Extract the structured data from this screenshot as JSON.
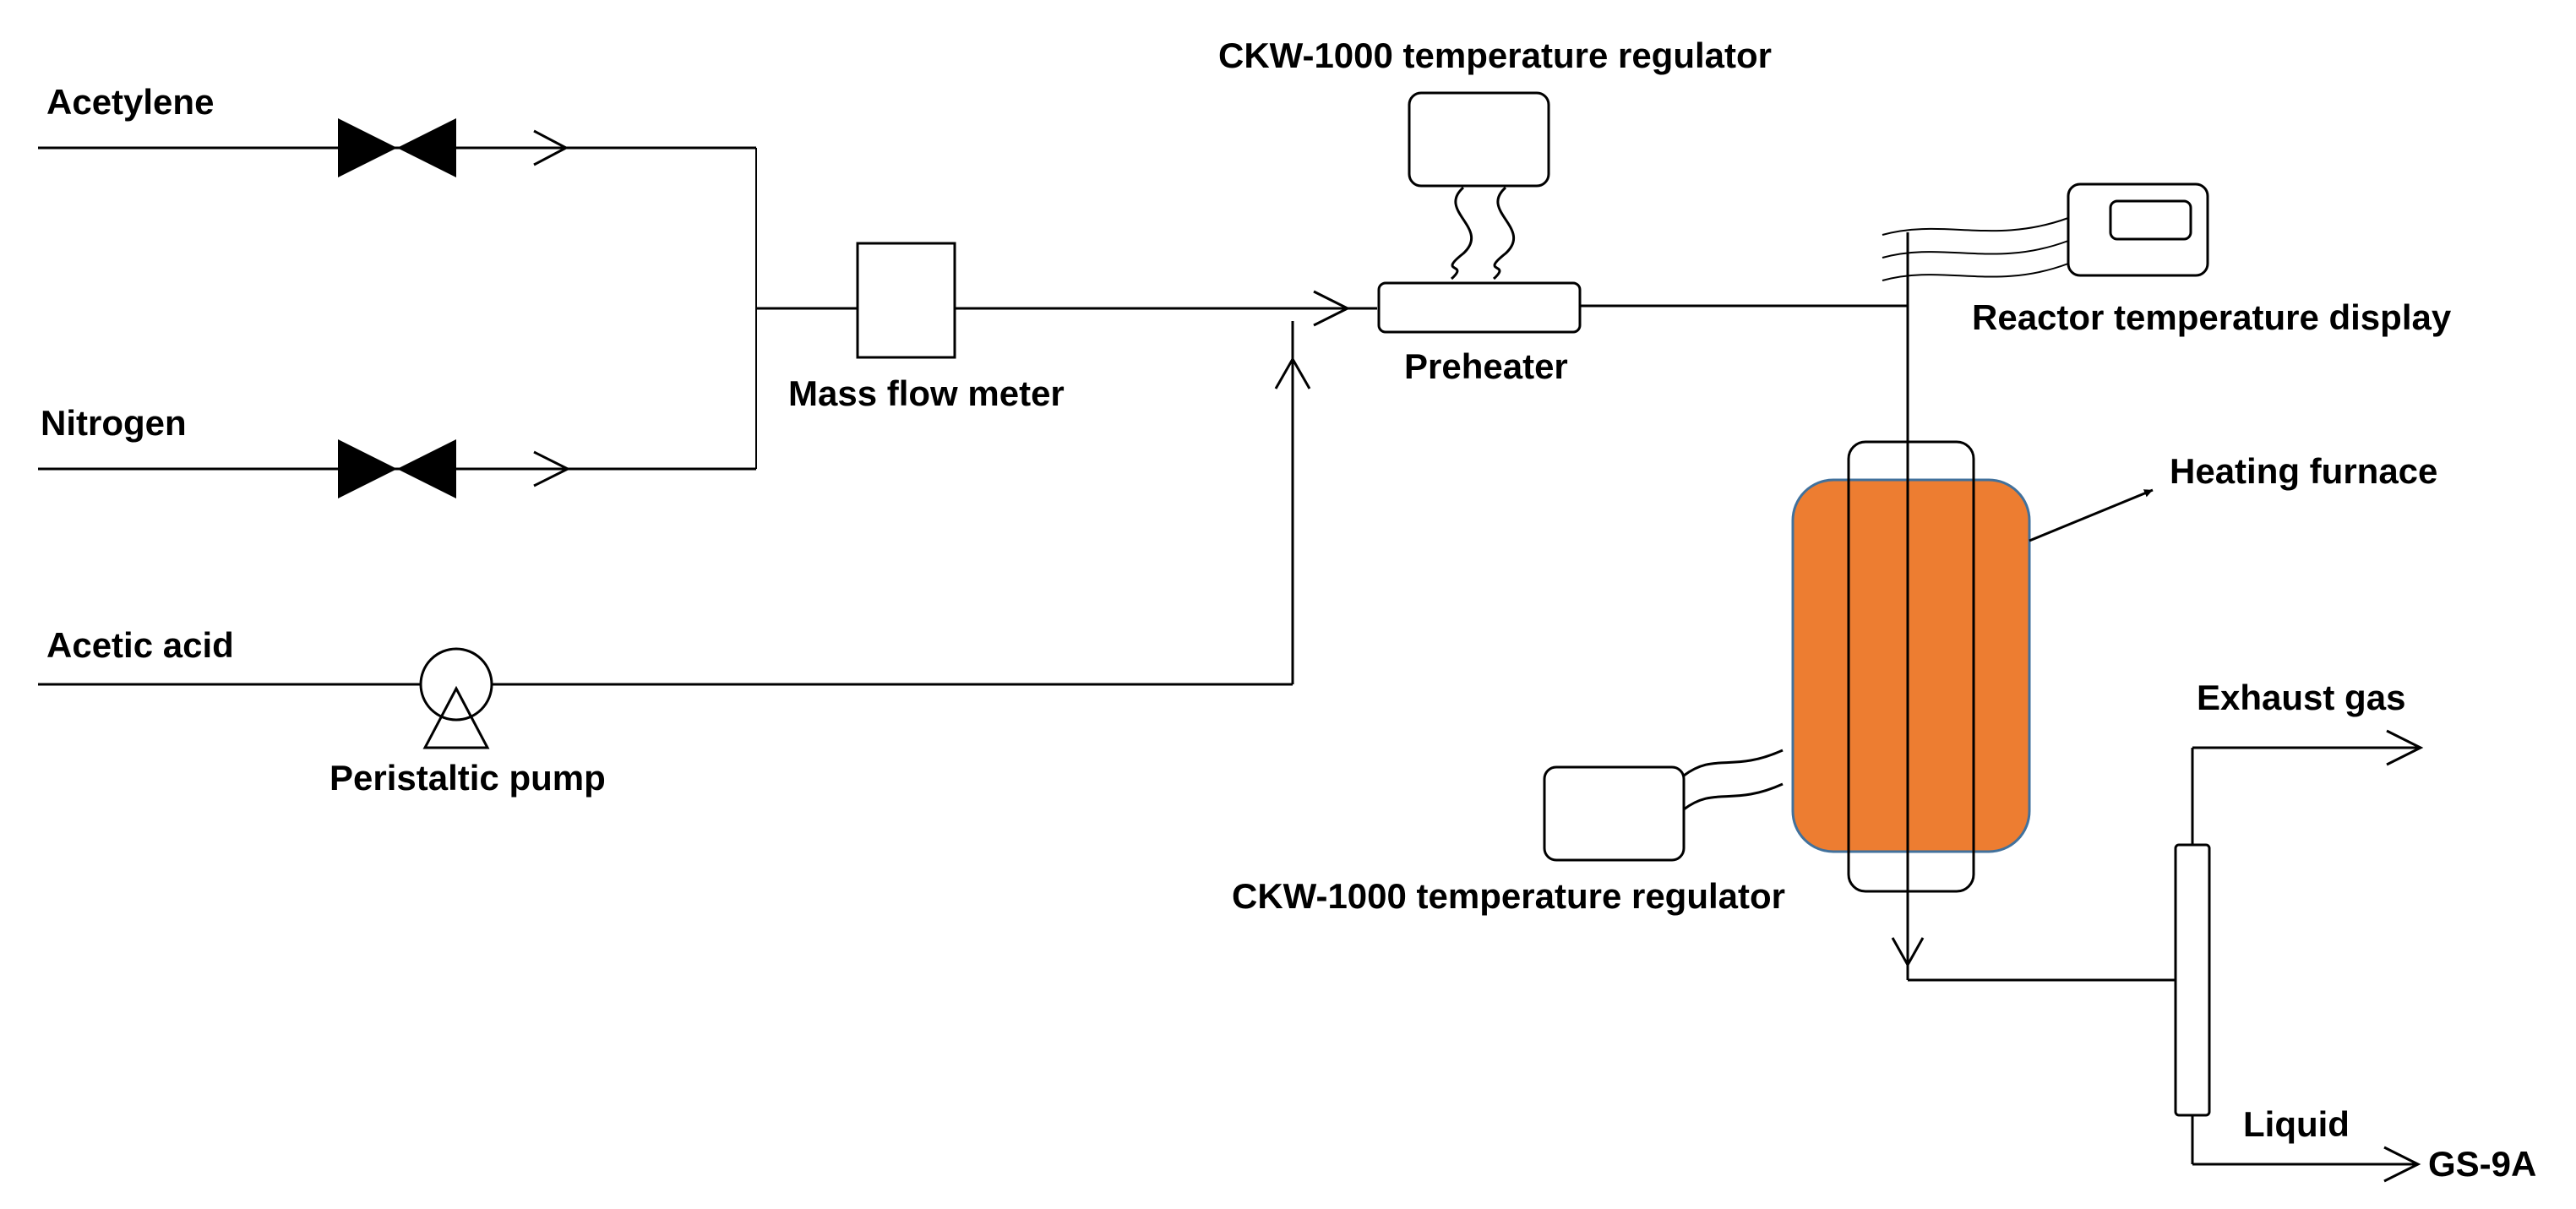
{
  "labels": {
    "acetylene": "Acetylene",
    "nitrogen": "Nitrogen",
    "acetic_acid": "Acetic acid",
    "peristaltic_pump": "Peristaltic pump",
    "mass_flow_meter": "Mass flow meter",
    "preheater": "Preheater",
    "temp_regulator_top": "CKW-1000 temperature regulator",
    "reactor_temp_display": "Reactor temperature display",
    "heating_furnace": "Heating furnace",
    "temp_regulator_bottom": "CKW-1000 temperature regulator",
    "exhaust_gas": "Exhaust gas",
    "liquid": "Liquid",
    "gs9a": "GS-9A"
  },
  "colors": {
    "furnace_fill": "#ED7D31",
    "furnace_stroke": "#41719C",
    "line": "#000000"
  }
}
